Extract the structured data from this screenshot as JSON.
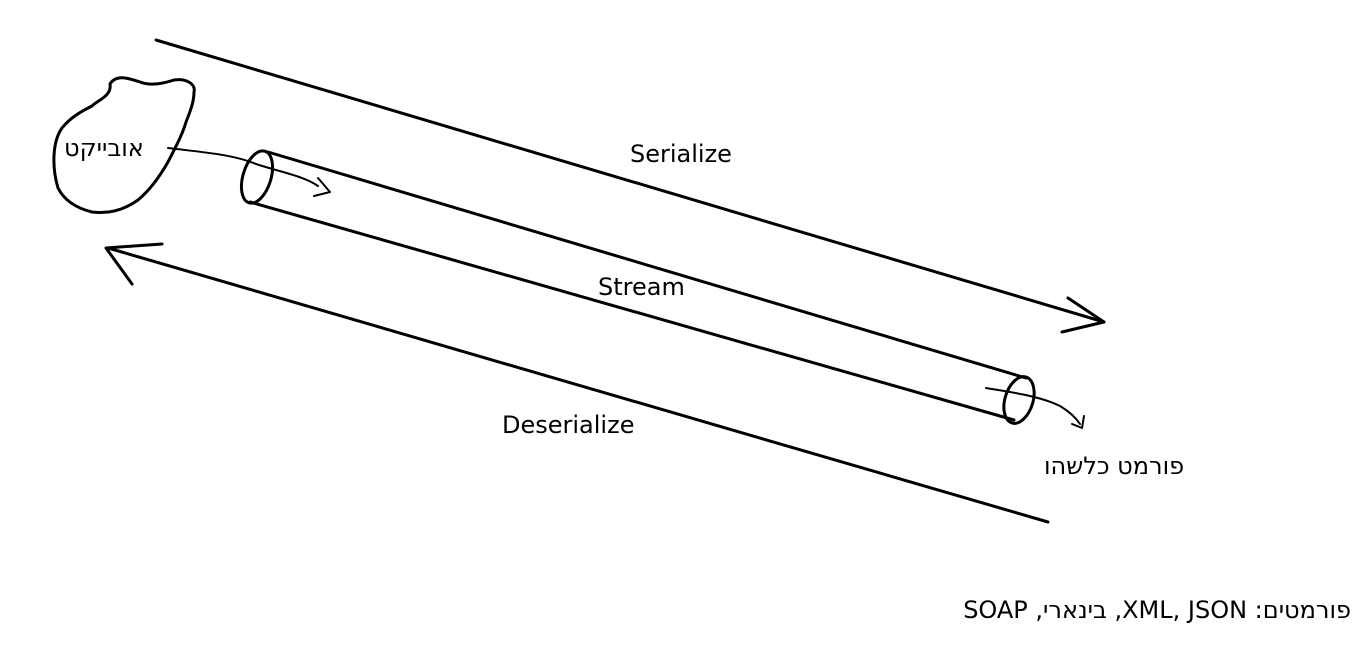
{
  "diagram": {
    "labels": {
      "object": "אובייקט",
      "serialize": "Serialize",
      "stream": "Stream",
      "deserialize": "Deserialize",
      "some_format": "פורמט כלשהו",
      "formats": "פורמטים: XML, JSON, בינארי, SOAP"
    },
    "colors": {
      "ink": "#000000",
      "background": "#ffffff"
    }
  }
}
